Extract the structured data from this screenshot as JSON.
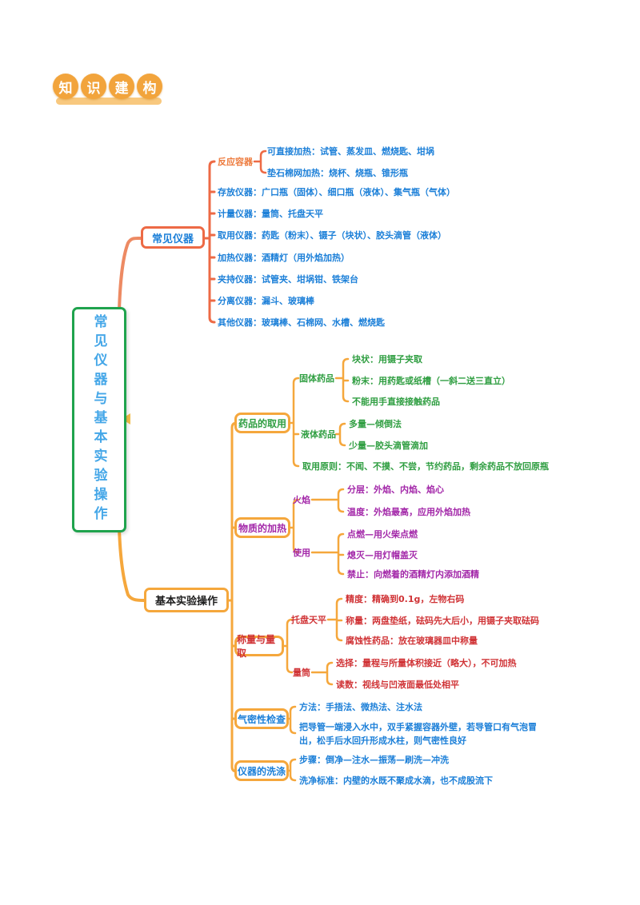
{
  "colors": {
    "branch1_coral": "#ED6A45",
    "branch2_orange": "#F5A73C",
    "root_border_green": "#1FA34D",
    "blue_text": "#1B7FD8",
    "green_text": "#2F9E41",
    "purple_text": "#A328A9",
    "red_text": "#D03336",
    "badge_orange": "#F2A43C"
  },
  "badge": {
    "text": "知识建构",
    "chars": [
      "知",
      "识",
      "建",
      "构"
    ]
  },
  "root": {
    "label": "常见仪器与基本实验操作"
  },
  "instruments": {
    "node_label": "常见仪器",
    "reaction_group": {
      "label": "反应容器",
      "children": [
        "可直接加热：试管、蒸发皿、燃烧匙、坩埚",
        "垫石棉网加热：烧杯、烧瓶、锥形瓶"
      ]
    },
    "items": [
      "存放仪器：广口瓶（固体）、细口瓶（液体）、集气瓶（气体）",
      "计量仪器：量筒、托盘天平",
      "取用仪器：药匙（粉末）、镊子（块状）、胶头滴管（液体）",
      "加热仪器：酒精灯（用外焰加热）",
      "夹持仪器：试管夹、坩埚钳、铁架台",
      "分离仪器：漏斗、玻璃棒",
      "其他仪器：玻璃棒、石棉网、水槽、燃烧匙"
    ]
  },
  "operations": {
    "node_label": "基本实验操作",
    "medicine": {
      "label": "药品的取用",
      "solid": {
        "label": "固体药品",
        "children": [
          "块状：用镊子夹取",
          "粉末：用药匙或纸槽（一斜二送三直立）",
          "不能用手直接接触药品"
        ]
      },
      "liquid": {
        "label": "液体药品",
        "children": [
          "多量—倾倒法",
          "少量—胶头滴管滴加"
        ]
      },
      "principle": "取用原则：不闻、不摸、不尝，节约药品，剩余药品不放回原瓶"
    },
    "heating": {
      "label": "物质的加热",
      "flame": {
        "label": "火焰",
        "children": [
          "分层：外焰、内焰、焰心",
          "温度：外焰最高，应用外焰加热"
        ]
      },
      "usage": {
        "label": "使用",
        "children": [
          "点燃—用火柴点燃",
          "熄灭—用灯帽盖灭",
          "禁止：向燃着的酒精灯内添加酒精"
        ]
      }
    },
    "measuring": {
      "label": "称量与量取",
      "balance": {
        "label": "托盘天平",
        "children": [
          "精度：精确到0.1g，左物右码",
          "称量：两盘垫纸，砝码先大后小，用镊子夹取砝码",
          "腐蚀性药品：放在玻璃器皿中称量"
        ]
      },
      "cylinder": {
        "label": "量筒",
        "children": [
          "选择：量程与所量体积接近（略大），不可加热",
          "读数：视线与凹液面最低处相平"
        ]
      }
    },
    "airtight": {
      "label": "气密性检查",
      "children": [
        "方法：手捂法、微热法、注水法",
        "把导管一端浸入水中，双手紧握容器外壁，若导管口有气泡冒出，松手后水回升形成水柱，则气密性良好"
      ]
    },
    "washing": {
      "label": "仪器的洗涤",
      "children": [
        "步骤：倒净—注水—振荡—刷洗—冲洗",
        "洗净标准：内壁的水既不聚成水滴，也不成股流下"
      ]
    }
  }
}
